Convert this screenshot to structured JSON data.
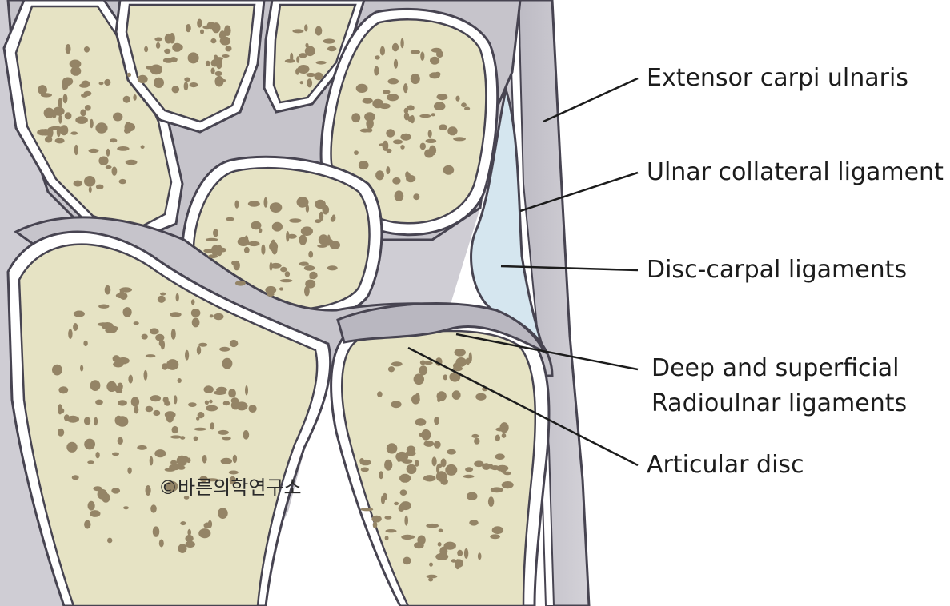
{
  "labels": {
    "extensor_carpi_ulnaris": "Extensor carpi ulnaris",
    "ulnar_collateral_ligament": "Ulnar collateral ligament",
    "disc_carpal_ligaments": "Disc-carpal ligaments",
    "radioulnar_line1": "Deep and superficial",
    "radioulnar_line2": "Radioulnar ligaments",
    "articular_disc": "Articular disc"
  },
  "watermark": "©바른의학연구소",
  "colors": {
    "bone_fill": "#e6e3c4",
    "bone_rim": "#ffffff",
    "outline": "#474451",
    "cartilage": "#c6c4cb",
    "cartilage_dark": "#a8a6b0",
    "marrow": "#948466",
    "ligament_blue": "#d5e6ef",
    "leader": "#1c1c1c"
  }
}
